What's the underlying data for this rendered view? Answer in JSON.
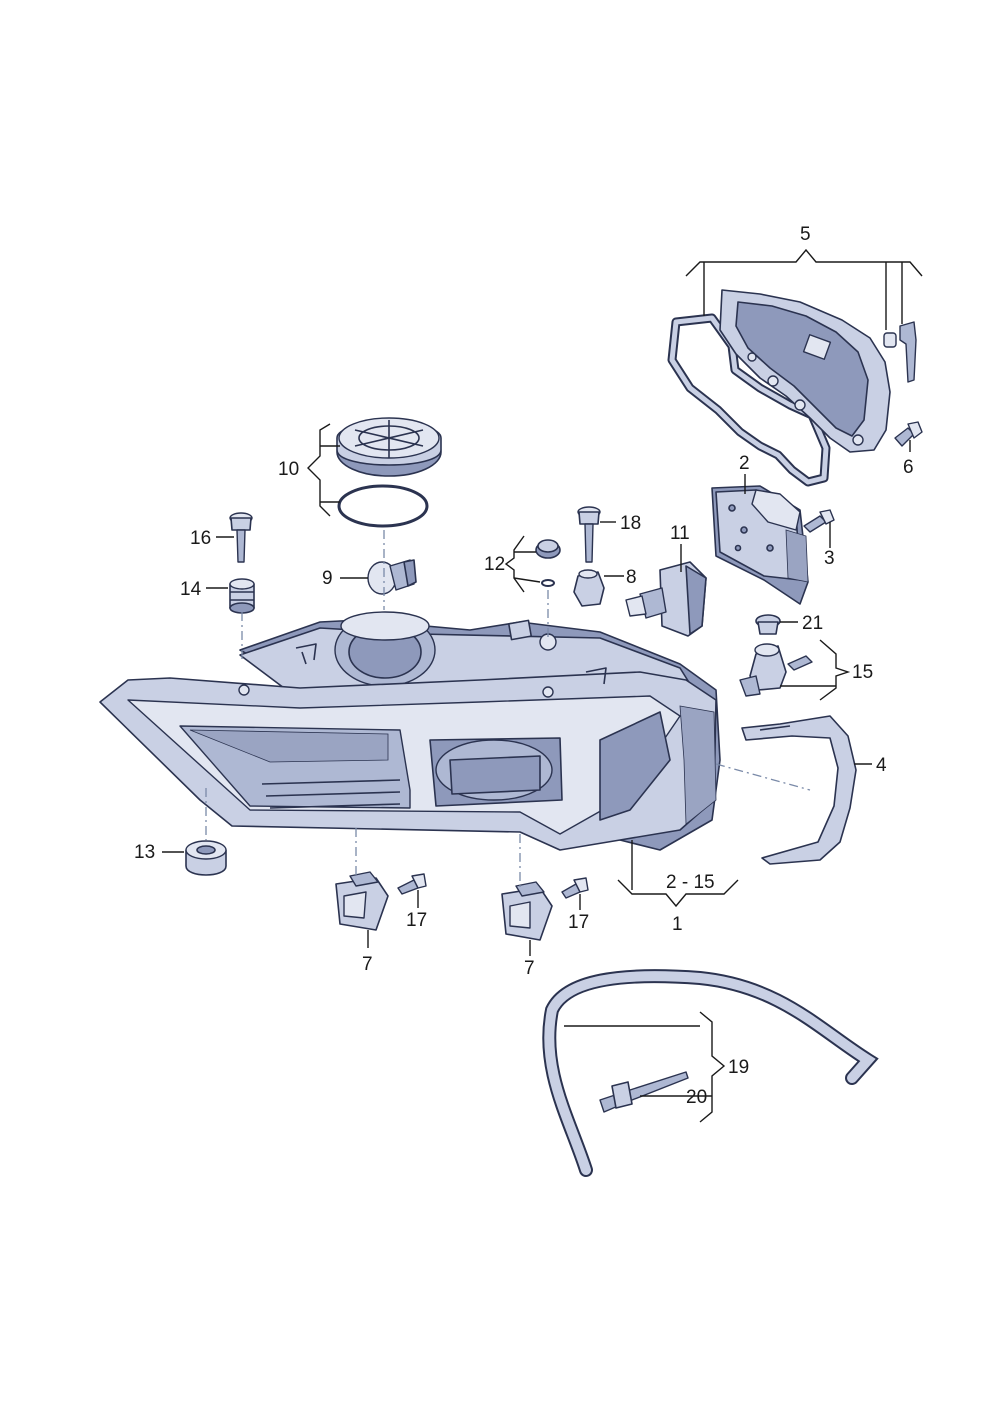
{
  "callouts": {
    "c1": "1",
    "c2": "2",
    "c2_15": "2 - 15",
    "c3": "3",
    "c4": "4",
    "c5": "5",
    "c6": "6",
    "c7a": "7",
    "c7b": "7",
    "c8": "8",
    "c9": "9",
    "c10": "10",
    "c11": "11",
    "c12": "12",
    "c13": "13",
    "c14": "14",
    "c15": "15",
    "c16": "16",
    "c17a": "17",
    "c17b": "17",
    "c18": "18",
    "c19": "19",
    "c20": "20",
    "c21": "21"
  }
}
